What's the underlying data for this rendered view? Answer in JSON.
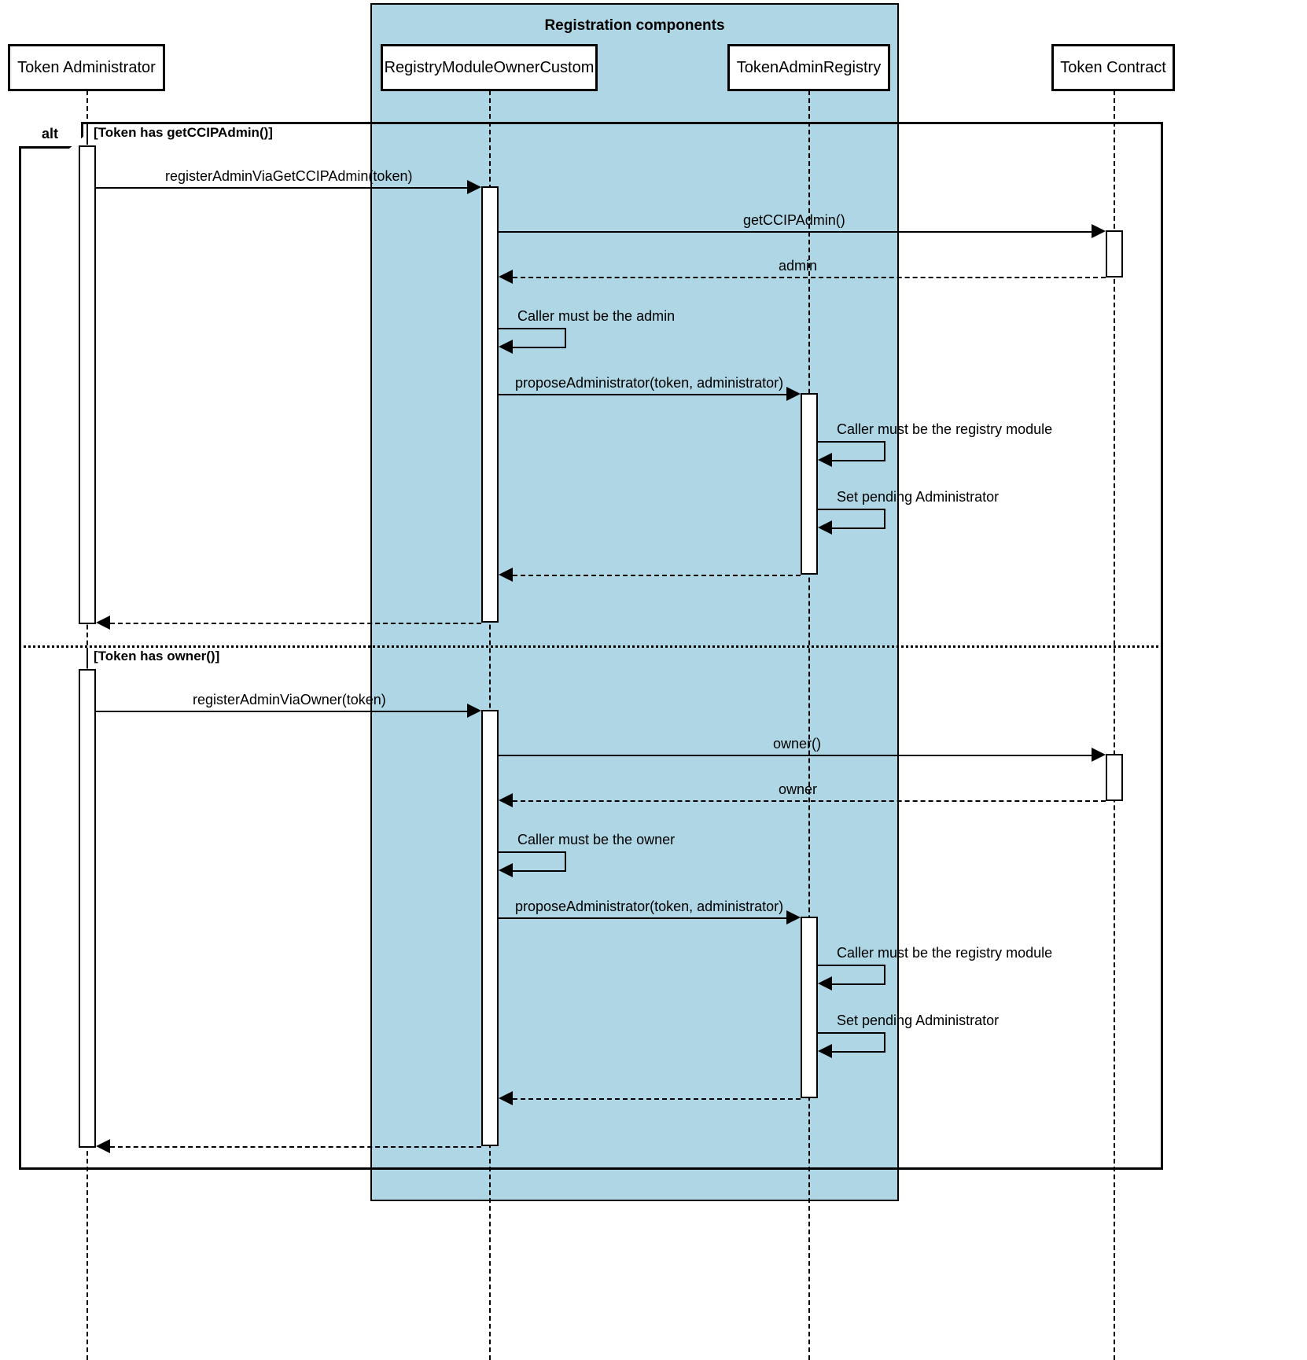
{
  "diagram": {
    "type": "uml-sequence-diagram",
    "title": "Registration components",
    "group_color": "#aed6e4",
    "participants": [
      {
        "id": "admin",
        "label": "Token Administrator",
        "in_group": false
      },
      {
        "id": "registry",
        "label": "RegistryModuleOwnerCustom",
        "in_group": true
      },
      {
        "id": "tar",
        "label": "TokenAdminRegistry",
        "in_group": true
      },
      {
        "id": "token",
        "label": "Token Contract",
        "in_group": false
      }
    ],
    "fragment": {
      "operator": "alt",
      "guards": [
        "[Token has getCCIPAdmin()]",
        "[Token has owner()]"
      ]
    },
    "messages": [
      {
        "seq": 1,
        "from": "admin",
        "to": "registry",
        "label": "registerAdminViaGetCCIPAdmin(token)",
        "kind": "call"
      },
      {
        "seq": 2,
        "from": "registry",
        "to": "token",
        "label": "getCCIPAdmin()",
        "kind": "call"
      },
      {
        "seq": 3,
        "from": "token",
        "to": "registry",
        "label": "admin",
        "kind": "return"
      },
      {
        "seq": 4,
        "from": "registry",
        "to": "registry",
        "label": "Caller must be the admin",
        "kind": "self"
      },
      {
        "seq": 5,
        "from": "registry",
        "to": "tar",
        "label": "proposeAdministrator(token, administrator)",
        "kind": "call"
      },
      {
        "seq": 6,
        "from": "tar",
        "to": "tar",
        "label": "Caller must be the registry module",
        "kind": "self"
      },
      {
        "seq": 7,
        "from": "tar",
        "to": "tar",
        "label": "Set pending Administrator",
        "kind": "self"
      },
      {
        "seq": 8,
        "from": "tar",
        "to": "registry",
        "label": "",
        "kind": "return"
      },
      {
        "seq": 9,
        "from": "registry",
        "to": "admin",
        "label": "",
        "kind": "return"
      },
      {
        "seq": 10,
        "from": "admin",
        "to": "registry",
        "label": "registerAdminViaOwner(token)",
        "kind": "call"
      },
      {
        "seq": 11,
        "from": "registry",
        "to": "token",
        "label": "owner()",
        "kind": "call"
      },
      {
        "seq": 12,
        "from": "token",
        "to": "registry",
        "label": "owner",
        "kind": "return"
      },
      {
        "seq": 13,
        "from": "registry",
        "to": "registry",
        "label": "Caller must be the owner",
        "kind": "self"
      },
      {
        "seq": 14,
        "from": "registry",
        "to": "tar",
        "label": "proposeAdministrator(token, administrator)",
        "kind": "call"
      },
      {
        "seq": 15,
        "from": "tar",
        "to": "tar",
        "label": "Caller must be the registry module",
        "kind": "self"
      },
      {
        "seq": 16,
        "from": "tar",
        "to": "tar",
        "label": "Set pending Administrator",
        "kind": "self"
      },
      {
        "seq": 17,
        "from": "tar",
        "to": "registry",
        "label": "",
        "kind": "return"
      },
      {
        "seq": 18,
        "from": "registry",
        "to": "admin",
        "label": "",
        "kind": "return"
      }
    ]
  }
}
